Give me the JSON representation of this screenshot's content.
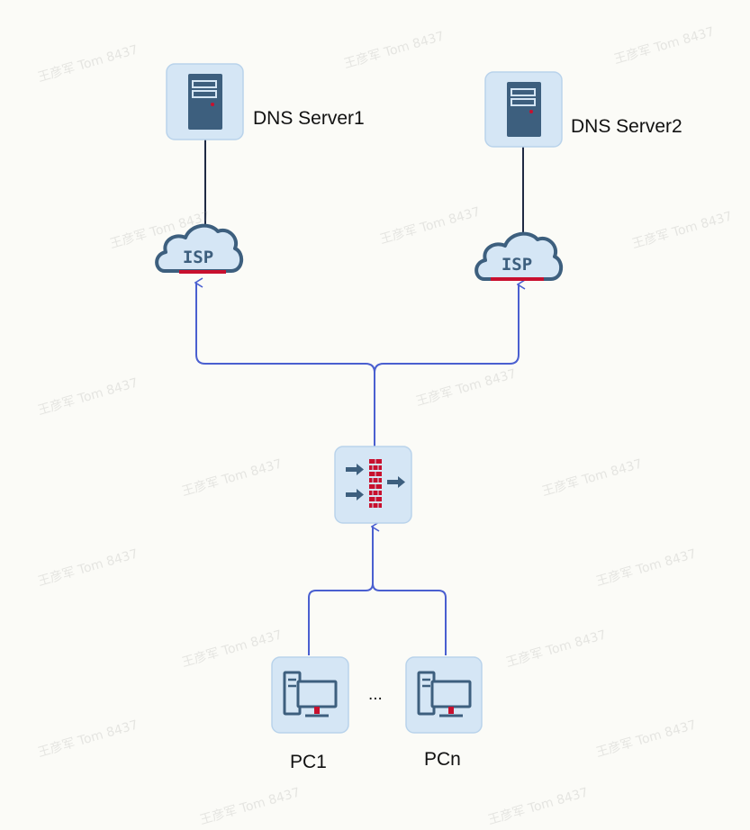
{
  "nodes": {
    "dns_server_1": {
      "label": "DNS Server1"
    },
    "dns_server_2": {
      "label": "DNS Server2"
    },
    "isp_1": {
      "label": "ISP"
    },
    "isp_2": {
      "label": "ISP"
    },
    "firewall": {
      "label": ""
    },
    "pc_1": {
      "label": "PC1"
    },
    "pc_n": {
      "label": "PCn"
    },
    "ellipsis": {
      "label": "..."
    }
  },
  "watermark": {
    "text": "王彦军 Tom 8437"
  },
  "colors": {
    "node_fill": "#d5e6f5",
    "node_border": "#b9d3eb",
    "icon_dark": "#3d5f7e",
    "accent_red": "#c8102e",
    "link_blue": "#4a5fd0",
    "line_dark": "#1f2a44"
  }
}
